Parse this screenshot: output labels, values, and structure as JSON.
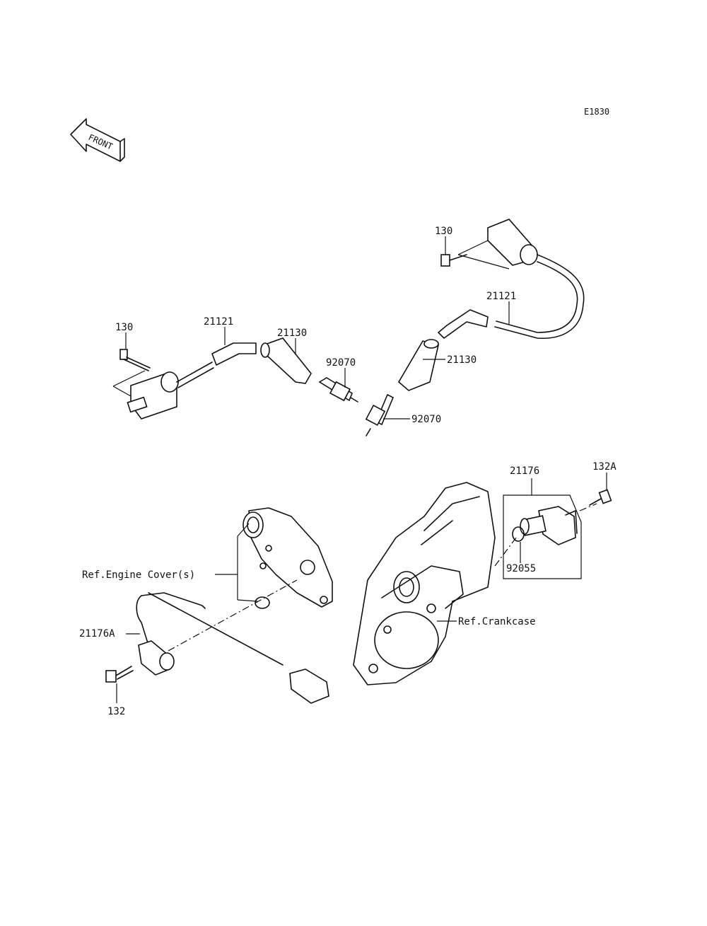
{
  "diagram": {
    "code": "E1830",
    "front_label": "FRONT",
    "labels": {
      "coil_bolt_left": "130",
      "coil_bolt_right": "130",
      "hose_left": "21121",
      "hose_right": "21121",
      "cap_left": "21130",
      "cap_right": "21130",
      "plug_left": "92070",
      "plug_right": "92070",
      "sensor_right": "21176",
      "bolt_132a": "132A",
      "oring_right": "92055",
      "engine_cover": "Ref.Engine Cover(s)",
      "sensor_left": "21176A",
      "bolt_132": "132",
      "crankcase": "Ref.Crankcase"
    }
  }
}
